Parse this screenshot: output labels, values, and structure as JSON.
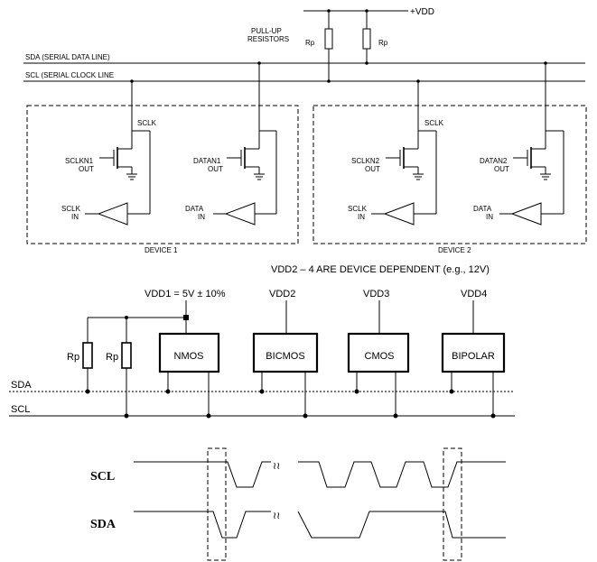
{
  "top_diagram": {
    "vdd_label": "+VDD",
    "pullup_label_line1": "PULL-UP",
    "pullup_label_line2": "RESISTORS",
    "rp_label": "Rp",
    "sda_line_label": "SDA (SERIAL DATA LINE)",
    "scl_line_label": "SCL (SERIAL CLOCK LINE",
    "devices": [
      {
        "name": "DEVICE 1",
        "bus_label": "SCLK",
        "clk_out": [
          "SCLKN1",
          "OUT"
        ],
        "data_out": [
          "DATAN1",
          "OUT"
        ],
        "clk_in": [
          "SCLK",
          "IN"
        ],
        "data_in": [
          "DATA",
          "IN"
        ]
      },
      {
        "name": "DEVICE 2",
        "bus_label": "SCLK",
        "clk_out": [
          "SCLKN2",
          "OUT"
        ],
        "data_out": [
          "DATAN2",
          "OUT"
        ],
        "clk_in": [
          "SCLK",
          "IN"
        ],
        "data_in": [
          "DATA",
          "IN"
        ]
      }
    ]
  },
  "middle_diagram": {
    "device_dependent_note": "VDD2 – 4 ARE DEVICE DEPENDENT (e.g., 12V)",
    "vdd1_label": "VDD1 = 5V ± 10%",
    "vdd_labels": [
      "VDD2",
      "VDD3",
      "VDD4"
    ],
    "rp_label": "Rp",
    "sda_label": "SDA",
    "scl_label": "SCL",
    "blocks": [
      "NMOS",
      "BICMOS",
      "CMOS",
      "BIPOLAR"
    ]
  },
  "timing_diagram": {
    "scl_label": "SCL",
    "sda_label": "SDA",
    "break_symbol": "≀≀"
  }
}
